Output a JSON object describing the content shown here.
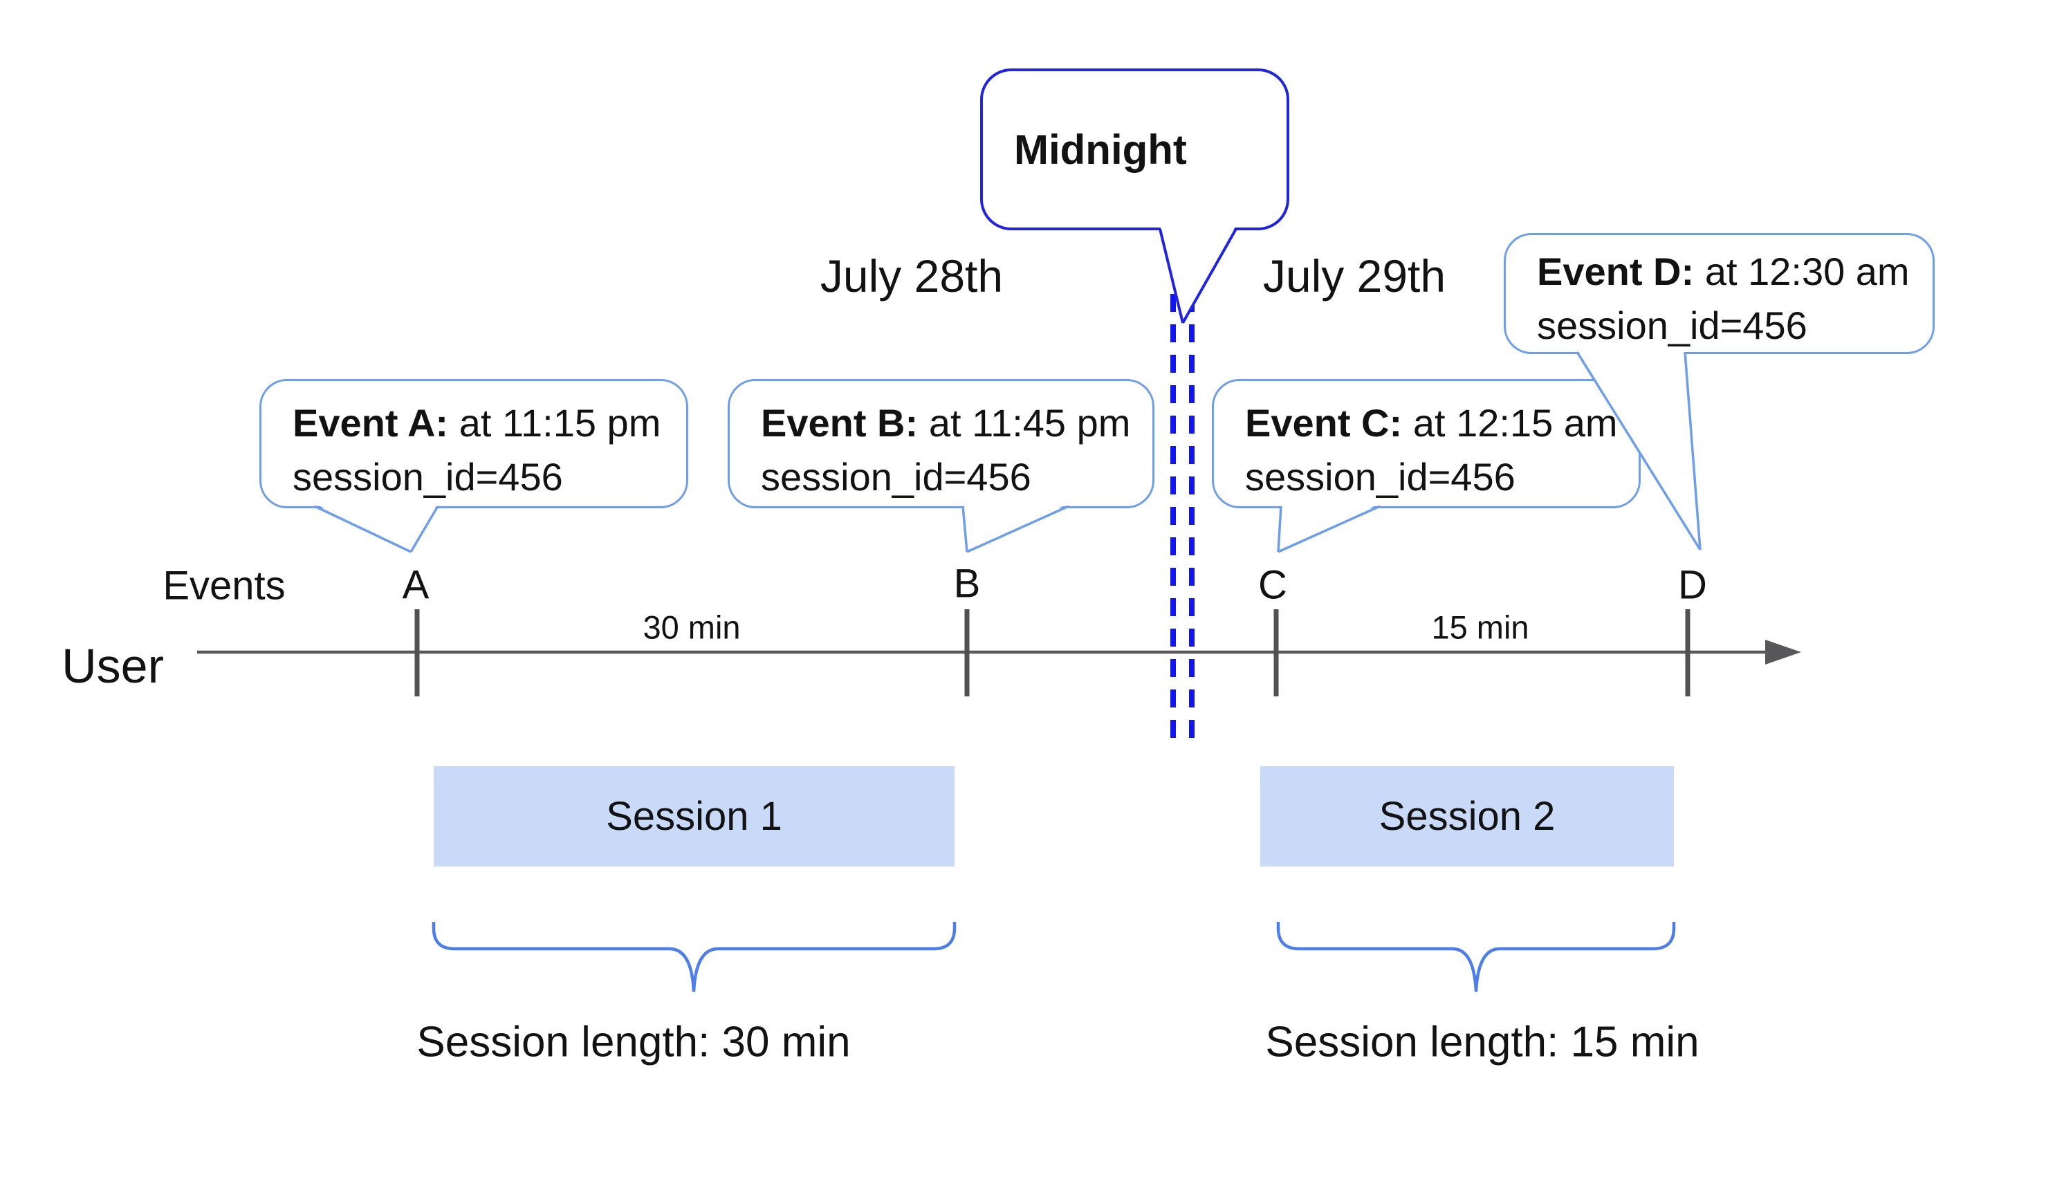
{
  "diagram_title": "Session length across midnight timeline",
  "axis": {
    "events_label": "Events",
    "user_label": "User"
  },
  "dates": {
    "left": "July 28th",
    "right": "July 29th"
  },
  "midnight": {
    "label": "Midnight"
  },
  "events": [
    {
      "id": "A",
      "letter": "A",
      "title": "Event A:",
      "time": "at 11:15 pm",
      "session": "session_id=456"
    },
    {
      "id": "B",
      "letter": "B",
      "title": "Event B:",
      "time": "at 11:45 pm",
      "session": "session_id=456"
    },
    {
      "id": "C",
      "letter": "C",
      "title": "Event C:",
      "time": "at 12:15 am",
      "session": "session_id=456"
    },
    {
      "id": "D",
      "letter": "D",
      "title": "Event D:",
      "time": "at 12:30 am",
      "session": "session_id=456"
    }
  ],
  "intervals": {
    "a_to_b": "30 min",
    "c_to_d": "15 min"
  },
  "sessions": [
    {
      "name": "Session 1",
      "length_label": "Session length: 30 min"
    },
    {
      "name": "Session 2",
      "length_label": "Session length: 15 min"
    }
  ],
  "colors": {
    "timeline_gray": "#58585a",
    "tick_gray": "#515151",
    "midnight_border_blue": "#2024df",
    "dashed_line_blue": "#1115ef",
    "bubble_border_blue": "#6d9eeb",
    "brace_blue": "#4d7ee9",
    "session_fill_blue": "#c9daf8",
    "text_color": "#121212"
  }
}
